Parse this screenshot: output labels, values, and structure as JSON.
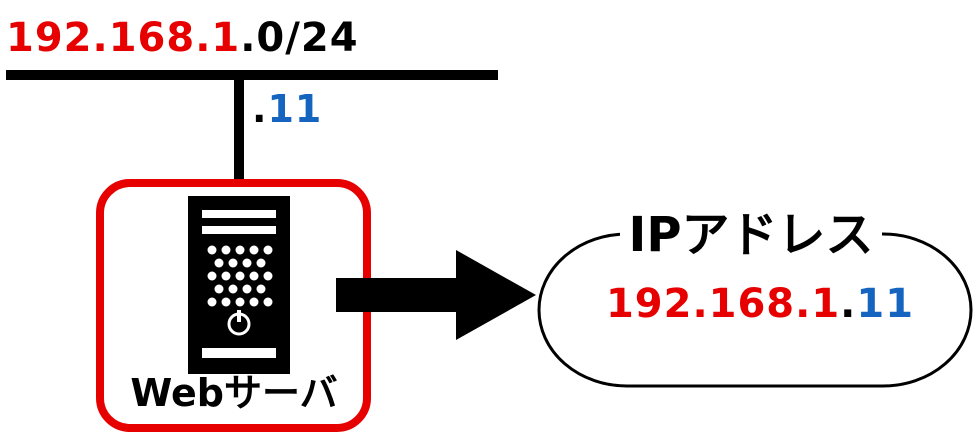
{
  "colors": {
    "red": "#e60000",
    "blue": "#1565c0",
    "black": "#000000"
  },
  "network": {
    "prefix": "192.168.1",
    "suffix": ".0/24"
  },
  "host_octet": {
    "dot": ".",
    "value": "11"
  },
  "server": {
    "icon": "server-tower-icon",
    "label": "Webサーバ"
  },
  "arrow": {
    "icon": "right-arrow-icon"
  },
  "ip_bubble": {
    "title": "IPアドレス",
    "address_prefix": "192.168.1",
    "address_dot": ".",
    "address_host": "11"
  }
}
